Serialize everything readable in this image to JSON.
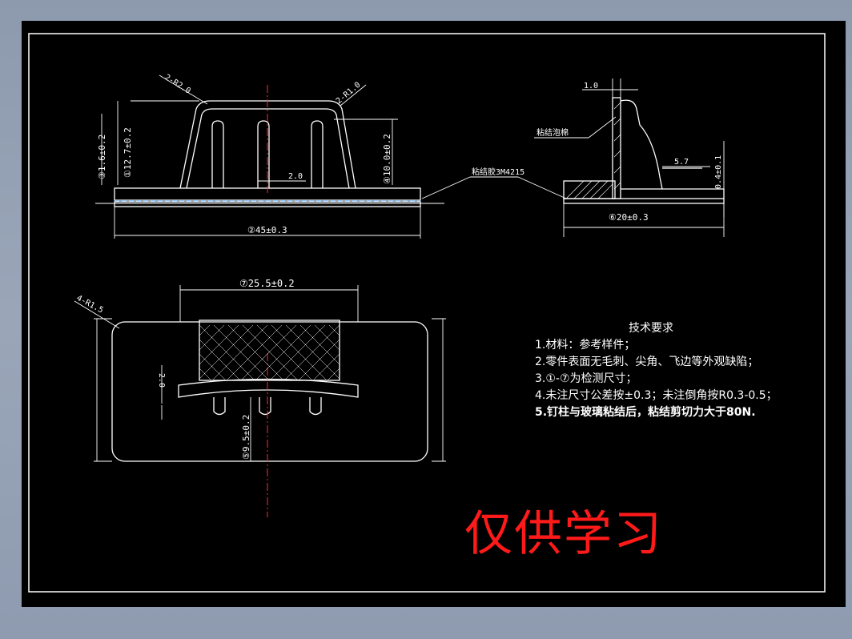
{
  "drawing": {
    "front_view": {
      "radius_left": "2-R2.0",
      "radius_right": "2-R1.0",
      "dim_height_total": "③1.6±0.2",
      "dim_height_pin": "①12.7±0.2",
      "dim_height_right": "④10.0±0.2",
      "dim_pin_width": "2.0",
      "adhesive_label": "粘结胶3M4215",
      "dim_base_width": "②45±0.3"
    },
    "side_view": {
      "dim_top": "1.0",
      "foam_label": "粘结泡棉",
      "dim_step": "5.7",
      "dim_thickness": "0.4±0.1",
      "dim_width": "⑥20±0.3"
    },
    "top_view": {
      "corner_radius": "4-R1.5",
      "dim_width": "⑦25.5±0.2",
      "dim_rib": "2.0",
      "dim_offset": "⑤9.5±0.2"
    }
  },
  "notes": {
    "title": "技术要求",
    "items": [
      "1.材料：参考样件；",
      "2.零件表面无毛刺、尖角、飞边等外观缺陷；",
      "3.①-⑦为检测尺寸；",
      "4.未注尺寸公差按±0.3；未注倒角按R0.3-0.5；",
      "5.钉柱与玻璃粘结后，粘结剪切力大于80N."
    ]
  },
  "watermark": "仅供学习"
}
